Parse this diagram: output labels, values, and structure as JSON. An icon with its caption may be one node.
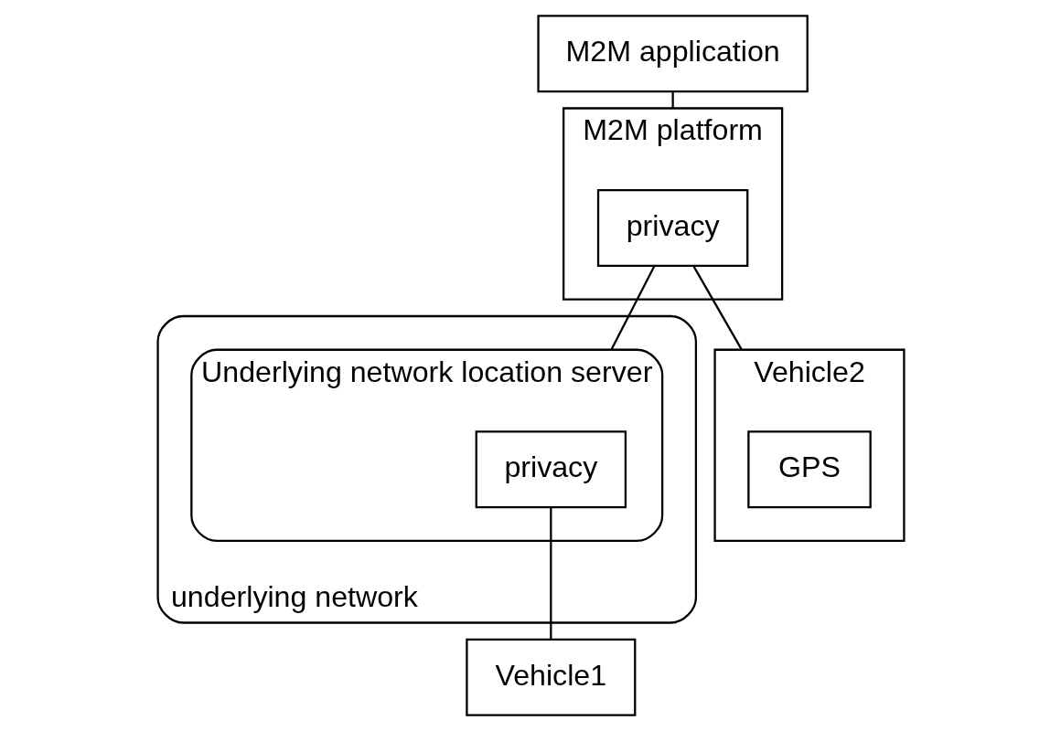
{
  "diagram": {
    "nodes": [
      {
        "text": [
          "M2M application"
        ]
      },
      {
        "text": [
          "M2M platform"
        ]
      },
      {
        "text": [
          "privacy"
        ],
        "in": 1
      },
      {
        "text": [
          "underlying network"
        ]
      },
      {
        "text": [
          "Underlying network location server"
        ],
        "in": 3
      },
      {
        "text": [
          "privacy"
        ],
        "in": 4
      },
      {
        "text": [
          "Vehicle1"
        ]
      },
      {
        "text": [
          "Vehicle2"
        ]
      },
      {
        "text": [
          "GPS"
        ],
        "in": 7
      }
    ],
    "edges": [
      {
        "from": 0,
        "to": 1,
        "arrow": "none"
      },
      {
        "from": 2,
        "to": 4,
        "arrow": "none"
      },
      {
        "from": 2,
        "to": 7,
        "arrow": "none"
      },
      {
        "from": 5,
        "to": 6,
        "arrow": "none"
      }
    ]
  }
}
